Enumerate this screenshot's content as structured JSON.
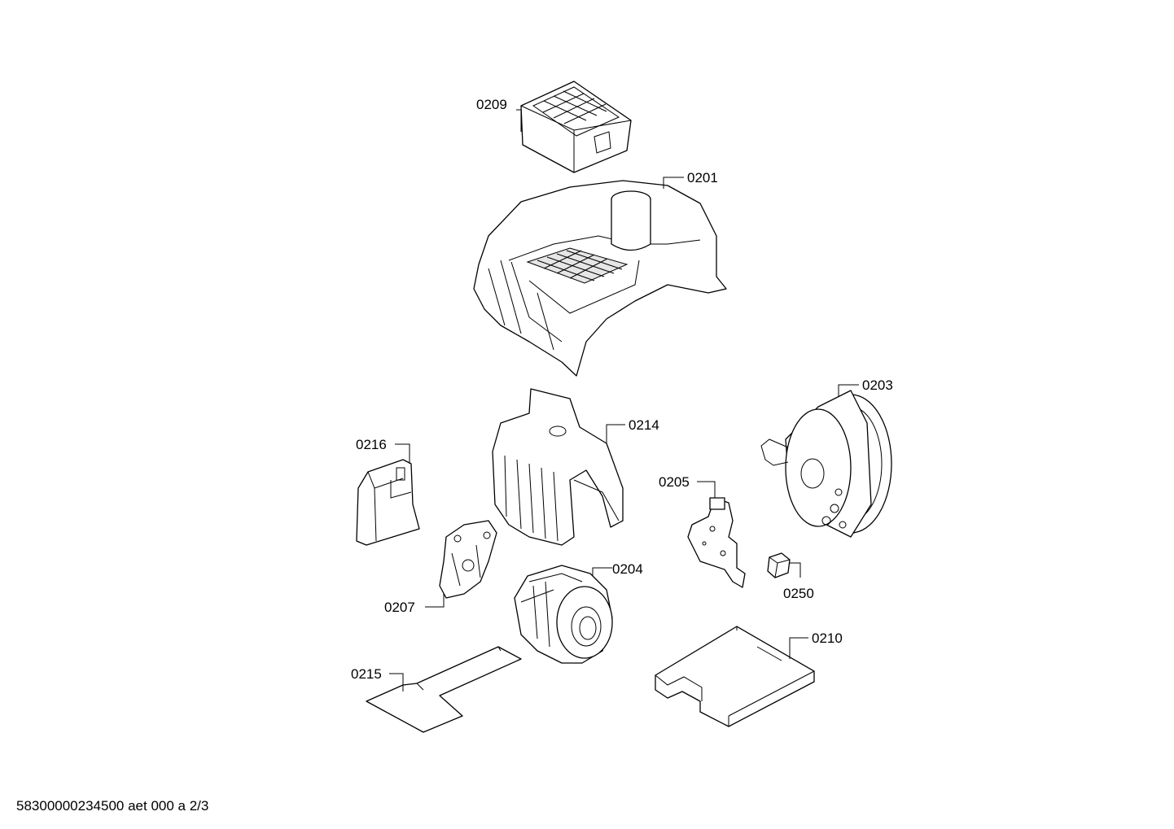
{
  "callouts": {
    "c0209": "0209",
    "c0201": "0201",
    "c0203": "0203",
    "c0214": "0214",
    "c0216": "0216",
    "c0205": "0205",
    "c0204": "0204",
    "c0207": "0207",
    "c0250": "0250",
    "c0210": "0210",
    "c0215": "0215"
  },
  "footer": "58300000234500 aet 000 a 2/3"
}
